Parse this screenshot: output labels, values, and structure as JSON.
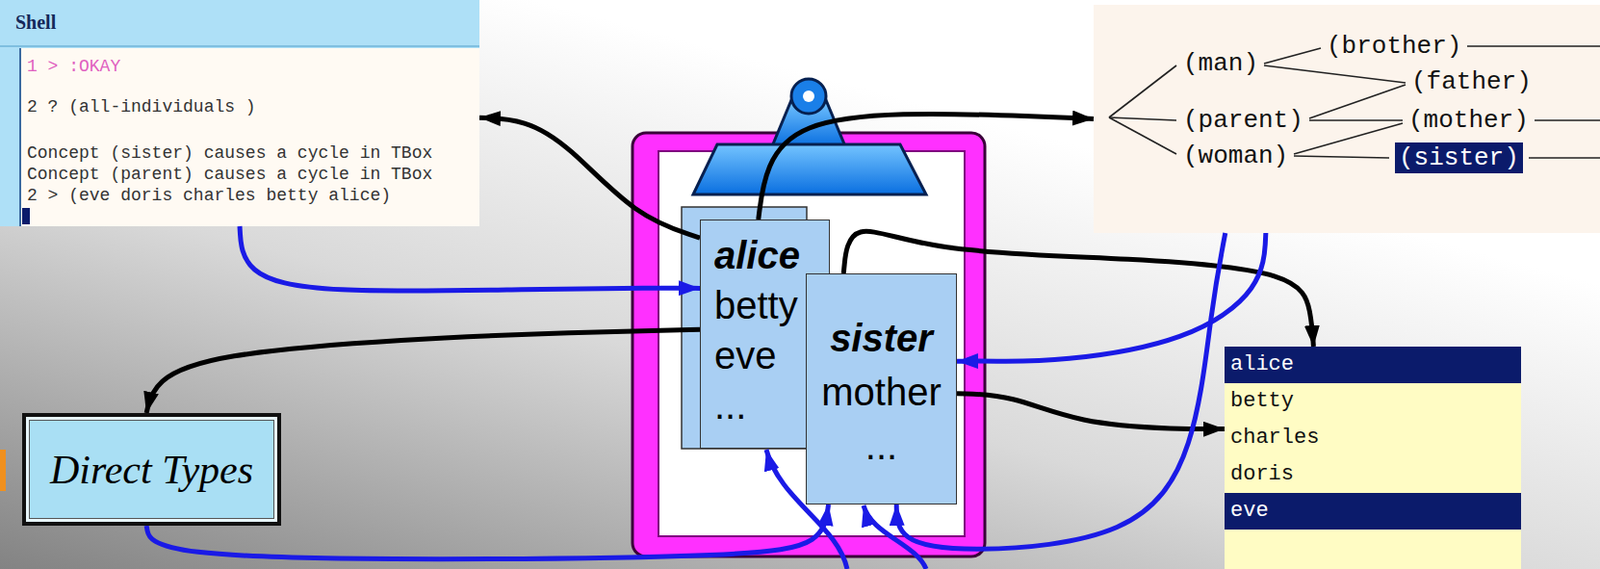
{
  "diagram": {
    "nodes": [
      {
        "text": [
          "Shell",
          "1 > :OKAY",
          "2 ? (all-individuals )",
          "Concept (sister) causes a cycle in TBox",
          "Concept (parent) causes a cycle in TBox",
          "2 > (eve doris charles betty alice)"
        ]
      },
      {
        "text": [
          "alice",
          "betty",
          "eve",
          "..."
        ]
      },
      {
        "text": [
          "sister",
          "mother",
          "..."
        ]
      },
      {
        "text": [
          "(man)",
          "(brother)",
          "(father)",
          "(parent)",
          "(mother)",
          "(woman)",
          "(sister)"
        ]
      },
      {
        "text": [
          "alice",
          "betty",
          "charles",
          "doris",
          "eve"
        ]
      },
      {
        "text": [
          "Direct Types"
        ]
      }
    ],
    "edges": [
      {
        "from": 1,
        "to": 0,
        "arrow": "to"
      },
      {
        "from": 1,
        "to": 5,
        "arrow": "to"
      },
      {
        "from": 1,
        "to": 3,
        "arrow": "to"
      },
      {
        "from": 2,
        "to": 4,
        "arrow": "to"
      },
      {
        "from": 2,
        "to": 4,
        "arrow": "to"
      },
      {
        "from": 0,
        "to": 1,
        "arrow": "to"
      },
      {
        "from": 3,
        "to": 2,
        "arrow": "to"
      },
      {
        "from": 5,
        "to": 2,
        "arrow": "to"
      },
      {
        "from": 3,
        "to": 2,
        "arrow": "to"
      }
    ]
  }
}
